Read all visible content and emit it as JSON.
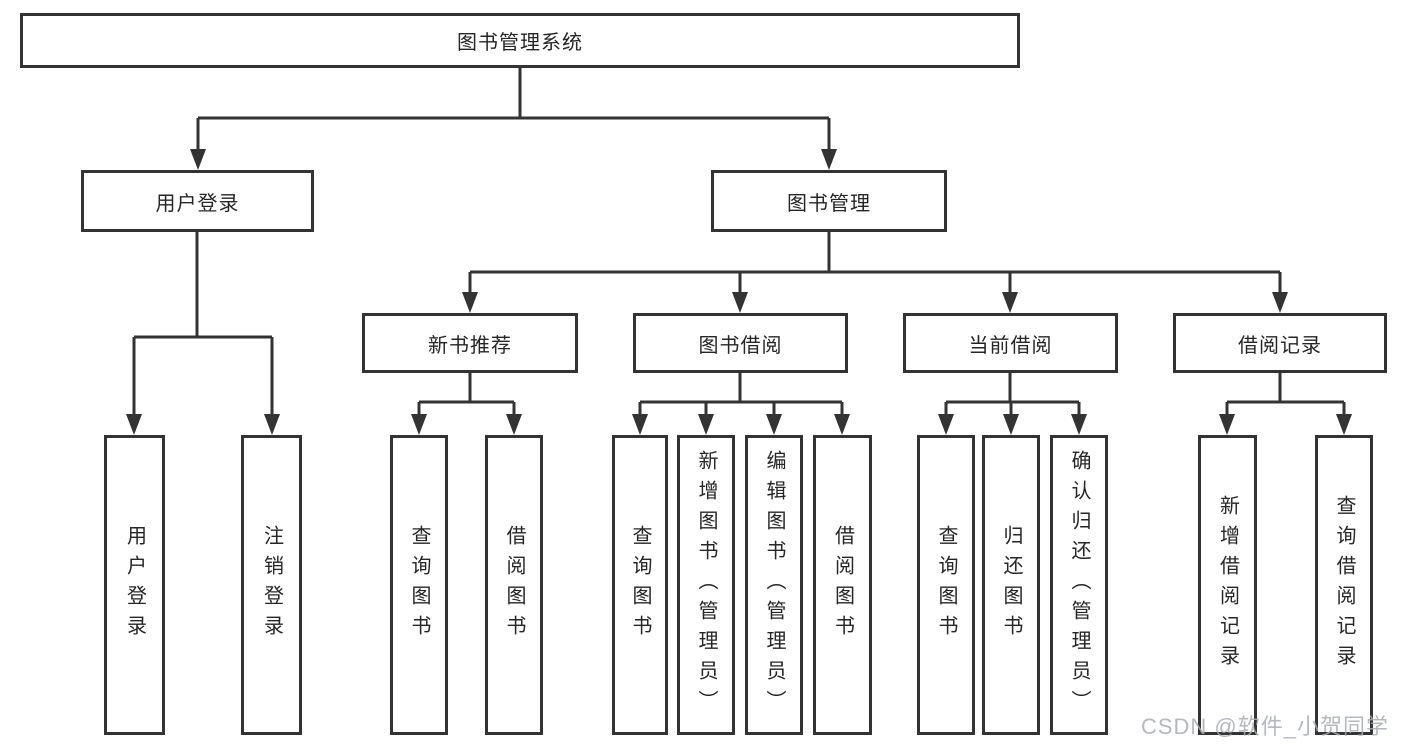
{
  "diagram": {
    "root": "图书管理系统",
    "branches": [
      {
        "label": "用户登录",
        "children": [
          "用户登录",
          "注销登录"
        ]
      },
      {
        "label": "图书管理",
        "sections": [
          {
            "label": "新书推荐",
            "children": [
              "查询图书",
              "借阅图书"
            ]
          },
          {
            "label": "图书借阅",
            "children": [
              "查询图书",
              "新增图书（管理员）",
              "编辑图书（管理员）",
              "借阅图书"
            ]
          },
          {
            "label": "当前借阅",
            "children": [
              "查询图书",
              "归还图书",
              "确认归还（管理员）"
            ]
          },
          {
            "label": "借阅记录",
            "children": [
              "新增借阅记录",
              "查询借阅记录"
            ]
          }
        ]
      }
    ]
  },
  "watermark": "CSDN @软件_小贺同学",
  "colors": {
    "line": "#333333",
    "text": "#262626",
    "box_background": "#ffffff",
    "watermark": "#a8adb3"
  }
}
